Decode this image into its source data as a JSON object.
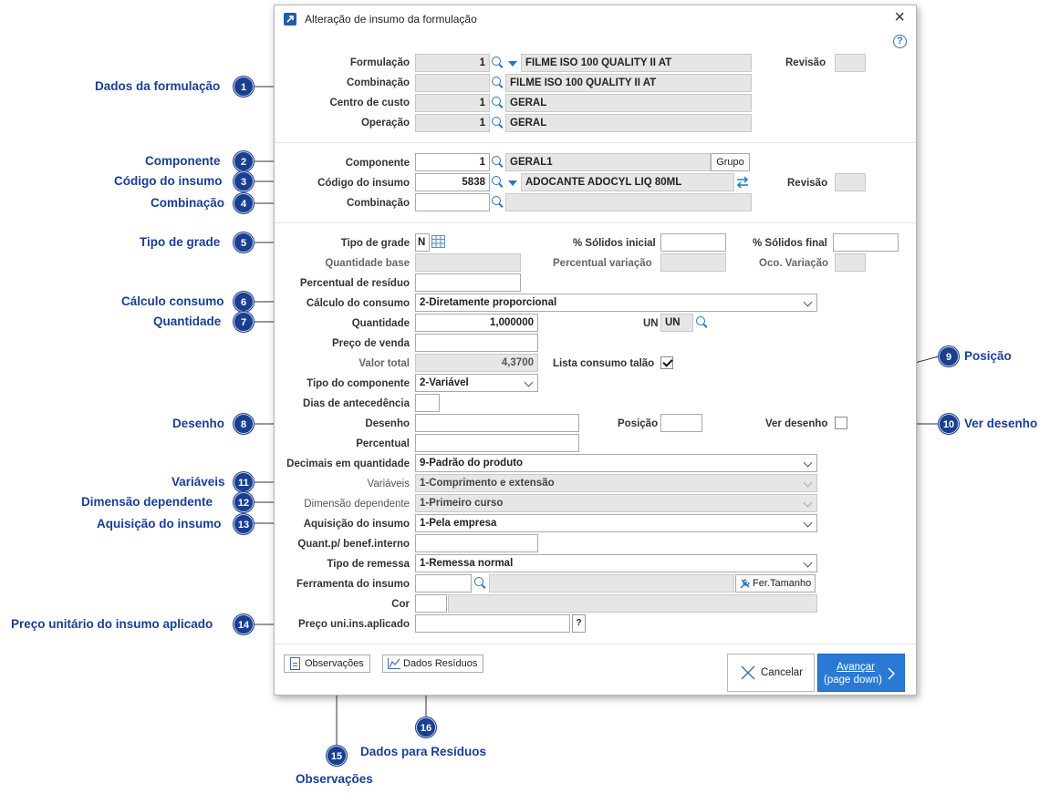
{
  "dialog": {
    "title": "Alteração de insumo da formulação",
    "close_label": "×",
    "help_label": "?"
  },
  "formulacao": {
    "label": "Formulação",
    "value": "1",
    "desc": "FILME ISO 100 QUALITY II AT",
    "revisao_label": "Revisão",
    "revisao_value": ""
  },
  "combinacao1": {
    "label": "Combinação",
    "value": "",
    "desc": "FILME ISO 100 QUALITY II AT"
  },
  "centro_custo": {
    "label": "Centro de custo",
    "value": "1",
    "desc": "GERAL"
  },
  "operacao": {
    "label": "Operação",
    "value": "1",
    "desc": "GERAL"
  },
  "componente": {
    "label": "Componente",
    "value": "1",
    "desc": "GERAL1",
    "button": "Grupo"
  },
  "codigo_insumo": {
    "label": "Código do insumo",
    "value": "5838",
    "desc": "ADOCANTE ADOCYL LIQ 80ML",
    "revisao_label": "Revisão",
    "revisao_value": ""
  },
  "combinacao2": {
    "label": "Combinação",
    "value": "",
    "desc": ""
  },
  "tipo_grade": {
    "label": "Tipo de grade",
    "value": "N"
  },
  "solidos_inicial": {
    "label": "% Sólidos inicial",
    "value": ""
  },
  "solidos_final": {
    "label": "% Sólidos final",
    "value": ""
  },
  "quantidade_base": {
    "label": "Quantidade base",
    "value": ""
  },
  "percentual_variacao": {
    "label": "Percentual variação",
    "value": ""
  },
  "oco_variacao": {
    "label": "Oco. Variação",
    "value": ""
  },
  "percentual_residuo": {
    "label": "Percentual de resíduo",
    "value": ""
  },
  "calculo_consumo": {
    "label": "Cálculo do consumo",
    "value": "2-Diretamente proporcional"
  },
  "quantidade": {
    "label": "Quantidade",
    "value": "1,000000",
    "un_label": "UN",
    "un_value": "UN"
  },
  "preco_venda": {
    "label": "Preço de venda",
    "value": ""
  },
  "valor_total": {
    "label": "Valor total",
    "value": "4,3700"
  },
  "lista_consumo": {
    "label": "Lista consumo talão",
    "checked": true
  },
  "tipo_componente": {
    "label": "Tipo do componente",
    "value": "2-Variável"
  },
  "dias_antecedencia": {
    "label": "Dias de antecedência",
    "value": ""
  },
  "desenho": {
    "label": "Desenho",
    "value": ""
  },
  "posicao": {
    "label": "Posição",
    "value": ""
  },
  "ver_desenho": {
    "label": "Ver desenho",
    "checked": false
  },
  "percentual": {
    "label": "Percentual",
    "value": ""
  },
  "decimais": {
    "label": "Decimais em quantidade",
    "value": "9-Padrão do produto"
  },
  "variaveis": {
    "label": "Variáveis",
    "value": "1-Comprimento e extensão"
  },
  "dimensao": {
    "label": "Dimensão dependente",
    "value": "1-Primeiro curso"
  },
  "aquisicao": {
    "label": "Aquisição do insumo",
    "value": "1-Pela empresa"
  },
  "quant_benef": {
    "label": "Quant.p/ benef.interno",
    "value": ""
  },
  "tipo_remessa": {
    "label": "Tipo de remessa",
    "value": "1-Remessa normal"
  },
  "ferramenta": {
    "label": "Ferramenta do insumo",
    "value": "",
    "desc": "",
    "button": "Fer.Tamanho"
  },
  "cor": {
    "label": "Cor",
    "value": "",
    "desc": ""
  },
  "preco_uni": {
    "label": "Preço uni.ins.aplicado",
    "value": "",
    "button": "?"
  },
  "footer": {
    "observacoes": "Observações",
    "dados_residuos": "Dados Resíduos",
    "cancelar": "Cancelar",
    "avancar": "Avançar",
    "avancar_sub": "(page down)"
  },
  "annotations": [
    {
      "num": "1",
      "text": "Dados da formulação"
    },
    {
      "num": "2",
      "text": "Componente"
    },
    {
      "num": "3",
      "text": "Código do insumo"
    },
    {
      "num": "4",
      "text": "Combinação"
    },
    {
      "num": "5",
      "text": "Tipo de grade"
    },
    {
      "num": "6",
      "text": "Cálculo consumo"
    },
    {
      "num": "7",
      "text": "Quantidade"
    },
    {
      "num": "8",
      "text": "Desenho"
    },
    {
      "num": "9",
      "text": "Posição"
    },
    {
      "num": "10",
      "text": "Ver desenho"
    },
    {
      "num": "11",
      "text": "Variáveis"
    },
    {
      "num": "12",
      "text": "Dimensão dependente"
    },
    {
      "num": "13",
      "text": "Aquisição do insumo"
    },
    {
      "num": "14",
      "text": "Preço unitário do insumo aplicado"
    },
    {
      "num": "15",
      "text": "Observações"
    },
    {
      "num": "16",
      "text": "Dados para Resíduos"
    }
  ]
}
